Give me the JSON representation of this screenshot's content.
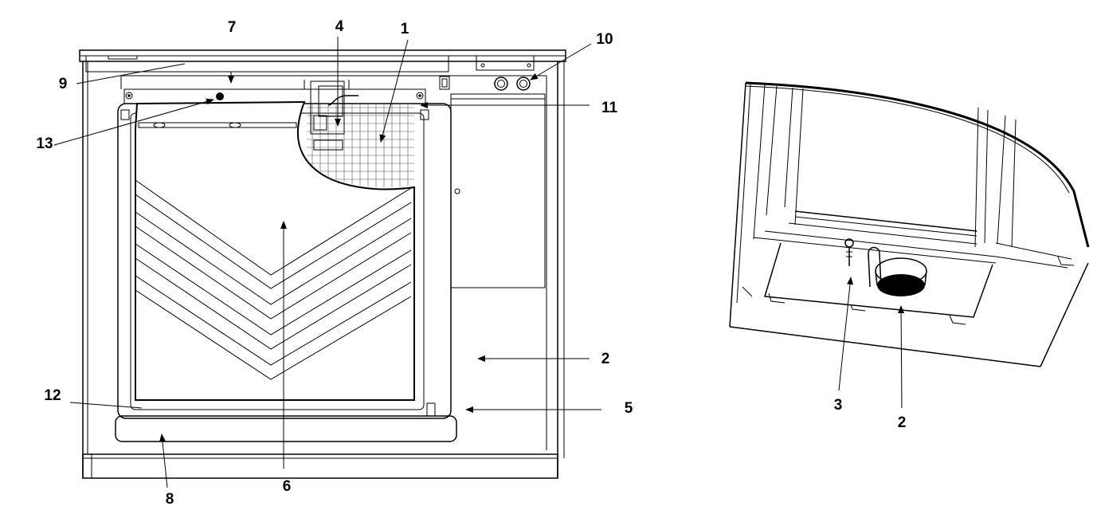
{
  "figure": {
    "front_view": {
      "callouts": [
        {
          "id": "c1",
          "text": "1"
        },
        {
          "id": "c2",
          "text": "2"
        },
        {
          "id": "c4",
          "text": "4"
        },
        {
          "id": "c5",
          "text": "5"
        },
        {
          "id": "c6",
          "text": "6"
        },
        {
          "id": "c7",
          "text": "7"
        },
        {
          "id": "c8",
          "text": "8"
        },
        {
          "id": "c9",
          "text": "9"
        },
        {
          "id": "c10",
          "text": "10"
        },
        {
          "id": "c11",
          "text": "11"
        },
        {
          "id": "c12",
          "text": "12"
        },
        {
          "id": "c13",
          "text": "13"
        }
      ]
    },
    "detail_view": {
      "callouts": [
        {
          "id": "d2",
          "text": "2"
        },
        {
          "id": "d3",
          "text": "3"
        }
      ]
    }
  }
}
